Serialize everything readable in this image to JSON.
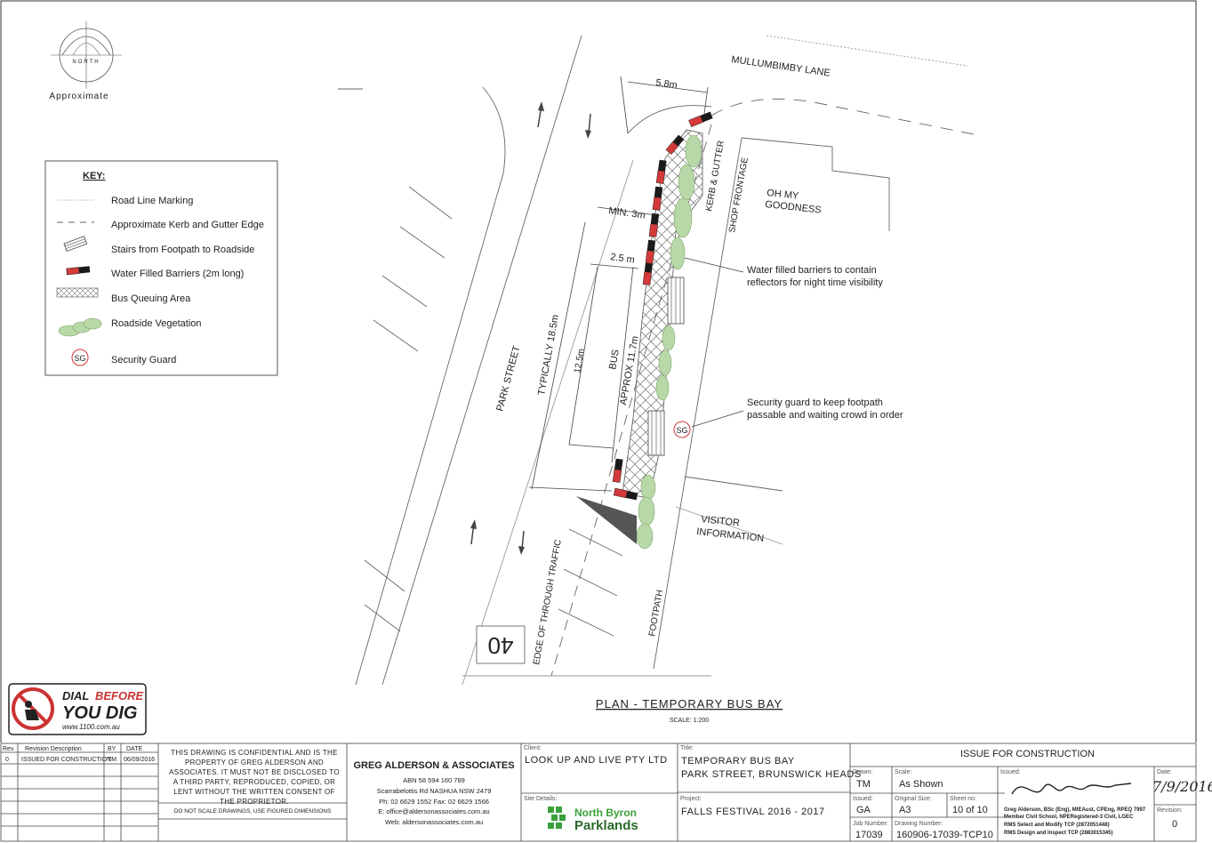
{
  "north": {
    "label": "NORTH",
    "caption": "Approximate"
  },
  "key": {
    "title": "KEY:",
    "items": [
      {
        "label": "Road Line Marking"
      },
      {
        "label": "Approximate Kerb and Gutter Edge"
      },
      {
        "label": "Stairs from Footpath to Roadside"
      },
      {
        "label": "Water Filled Barriers (2m long)"
      },
      {
        "label": "Bus Queuing Area"
      },
      {
        "label": "Roadside Vegetation"
      },
      {
        "label": "Security Guard",
        "symbol": "SG"
      }
    ]
  },
  "plan": {
    "street_park": "PARK STREET",
    "street_lane": "MULLUMBIMBY LANE",
    "shop_frontage": "SHOP FRONTAGE",
    "kerb_gutter": "KERB & GUTTER",
    "shop_name_1": "OH MY",
    "shop_name_2": "GOODNESS",
    "visitor_1": "VISITOR",
    "visitor_2": "INFORMATION",
    "footpath": "FOOTPATH",
    "edge_traffic": "EDGE OF THROUGH TRAFFIC",
    "speed": "40",
    "dim_width": "5.8m",
    "dim_min": "MIN. 3m",
    "dim_25": "2.5 m",
    "dim_typ": "TYPICALLY 18.5m",
    "dim_125": "12.5m",
    "bus_1": "BUS",
    "bus_2": "APPROX 11.7m",
    "note_barriers_1": "Water filled barriers to contain",
    "note_barriers_2": "reflectors for night time visibility",
    "note_guard_1": "Security guard to keep footpath",
    "note_guard_2": "passable and waiting crowd in order",
    "sg": "SG",
    "title": "PLAN - TEMPORARY BUS BAY",
    "scale": "SCALE: 1:200"
  },
  "dial": {
    "line1a": "DIAL",
    "line1b": "BEFORE",
    "line2": "YOU DIG",
    "url": "www.1100.com.au"
  },
  "colors": {
    "barrier_red": "#d43a3a",
    "barrier_black": "#1a1a1a",
    "vegetation": "#b9d8a8",
    "brand_green": "#3aa03a"
  },
  "titleblock": {
    "rev_header": {
      "rev": "Rev",
      "desc": "Revision Description",
      "by": "BY",
      "date": "DATE"
    },
    "rev_row": {
      "rev": "0",
      "desc": "ISSUED FOR CONSTRUCTION",
      "by": "TM",
      "date": "06/09/2016"
    },
    "confidential": "THIS DRAWING IS CONFIDENTIAL AND IS THE PROPERTY OF GREG ALDERSON AND ASSOCIATES. IT MUST NOT BE DISCLOSED TO A THIRD PARTY, REPRODUCED, COPIED, OR LENT WITHOUT THE WRITTEN CONSENT OF THE PROPRIETOR.",
    "no_scale": "DO NOT SCALE DRAWINGS, USE FIGURED DIMENSIONS",
    "firm": {
      "name": "GREG ALDERSON & ASSOCIATES",
      "abn": "ABN 58 594 160 789",
      "address": "Scarrabelottis Rd NASHUA NSW 2479",
      "phone": "Ph: 02 6629 1552  Fax: 02 6629 1566",
      "email": "E: office@aldersonassociates.com.au",
      "web": "Web: aldersonassociates.com.au"
    },
    "client_label": "Client:",
    "client": "LOOK UP AND LIVE PTY LTD",
    "site_label": "Site Details:",
    "site_logo_1": "North Byron",
    "site_logo_2": "Parklands",
    "title_label": "Title:",
    "title_1": "TEMPORARY BUS BAY",
    "title_2": "PARK STREET, BRUNSWICK HEADS",
    "project_label": "Project:",
    "project": "FALLS FESTIVAL 2016 - 2017",
    "issue_header": "ISSUE FOR CONSTRUCTION",
    "drawn_label": "Drawn:",
    "drawn": "TM",
    "scale_label": "Scale:",
    "scale": "As Shown",
    "issued_label": "Issued:",
    "date_label": "Date:",
    "date": "7/9/2016",
    "issued2_label": "Issued:",
    "issued2": "GA",
    "size_label": "Original Size:",
    "size": "A3",
    "sheet_label": "Sheet no:",
    "sheet": "10 of 10",
    "cred_1": "Greg Alderson, BSc (Eng), MIEAust, CPEng, RPEQ 7997",
    "cred_2": "Member Civil School, NPERegistered-3 Civil, LGEC",
    "cred_3": "RMS Select and Modify TCP (2872051448)",
    "cred_4": "RMS Design and Inspect TCP (2883015345)",
    "revision_label": "Revision:",
    "revision": "0",
    "job_label": "Job Number:",
    "job": "17039",
    "dwg_label": "Drawing Number:",
    "dwg": "160906-17039-TCP10"
  }
}
